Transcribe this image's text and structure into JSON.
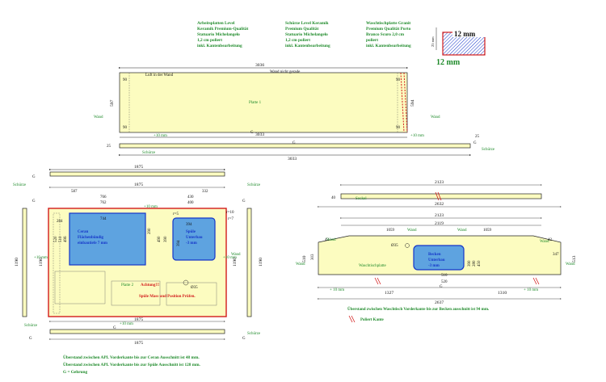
{
  "notes": {
    "worktop": [
      "Arbeitsplatten Level",
      "Keramik Premium-Qualität",
      "Statuario Michelangelo",
      "1,2 cm poliert",
      "inkl. Kantenbearbeitung"
    ],
    "splash": [
      "Schürze Level Keramik",
      "Premium Qualität",
      "Statuario Michelangelo",
      "1,2 cm poliert",
      "inkl. Kantenbearbeitung"
    ],
    "vanity": [
      "Waschtischplatte Granit",
      "Premium Qualität Porto",
      "Branco Scuro 2,0 cm",
      "poliert",
      "inkl. Kantenbearbeitung"
    ]
  },
  "legend": {
    "thickness_top": "12 mm",
    "thickness_bottom": "12 mm",
    "side_dim": "25 mm"
  },
  "top_drawing": {
    "width_total": "3036",
    "depth": "597",
    "depth_right": "594",
    "width_mid": "3033",
    "width_splash": "3033",
    "wall": "Wand",
    "air_gap": "Luft in der Wand",
    "wall_not_straight": "Wand nicht gerade",
    "plate": "Platte 1",
    "plus10": "+10 mm",
    "splash": "Schürze",
    "g": "G",
    "corner": "90",
    "splash_h": "25",
    "splash_h2": "25"
  },
  "left_drawing": {
    "top_w": "1875",
    "w2": "1875",
    "d587": "587",
    "d766": "766",
    "d762": "762",
    "d400": "400",
    "d332": "332",
    "d430": "430",
    "d400b": "400",
    "cut_w": "744",
    "sink_w": "394",
    "r5": "r=5",
    "r7": "r=7",
    "r10": "r=10",
    "d520": "520",
    "d510": "510",
    "d490": "490",
    "d496": "496",
    "d290": "290",
    "d284": "284",
    "d390": "390",
    "d394": "394",
    "h1190a": "1190",
    "h1190b": "1190",
    "h1190c": "1190",
    "h1190d": "1190",
    "d35": "Ø35",
    "ceran": [
      "Ceran",
      "Flächenbündig",
      "einbautiefe 7 mm"
    ],
    "sink": [
      "Spüle",
      "Unterbau",
      "-3 mm"
    ],
    "plate": "Platte 2",
    "attention": "Achtung!!!",
    "check": "Spüle Mass und Position Prüfen.",
    "plus10": "+10 mm",
    "plus10b": "+10 mm",
    "plus10c": "+10 mm",
    "plus10d": "+10 mm",
    "splash": "Schürze",
    "bottom_w": "1875",
    "bottom_w2": "1875",
    "wall": "Wand",
    "g": "G"
  },
  "right_drawing": {
    "sockel_w": "2123",
    "sockel": "Sockel",
    "sockel_h": "40",
    "total": "2632",
    "w2123": "2123",
    "w2119": "2119",
    "w1059": "1059",
    "w1059b": "1059",
    "r55": "r=55",
    "r25": "r=25",
    "r20": "r=20",
    "d35": "Ø35",
    "basin": [
      "Becken",
      "Unterbau",
      "-3 mm"
    ],
    "d450": "450",
    "d280": "280",
    "d390": "390",
    "d510": "510",
    "d520": "520",
    "d2637": "2637",
    "d1327": "1327",
    "d1310": "1310",
    "d510a": "510",
    "d513": "513",
    "d42": "42",
    "d347": "347",
    "d303": "303",
    "d360": "360",
    "plate": "Waschtischplatte",
    "wall": "Wand",
    "plus10": "+ 10 mm",
    "plus10b": "+ 10 mm",
    "g": "G",
    "overhang": "Überstand zwischen Waschtisch Vorderkante bis zur Becken ausschnitt ist 94 mm.",
    "polished": "Poliert Kante"
  },
  "footer": [
    "Überstand zwischen APL Vorderkante bis zur Ceran Ausschnitt ist 48 mm.",
    "Überstand zwischen APL Vorderkante bis zur Spüle Ausschnitt ist 128 mm.",
    "G = Gehrung"
  ]
}
